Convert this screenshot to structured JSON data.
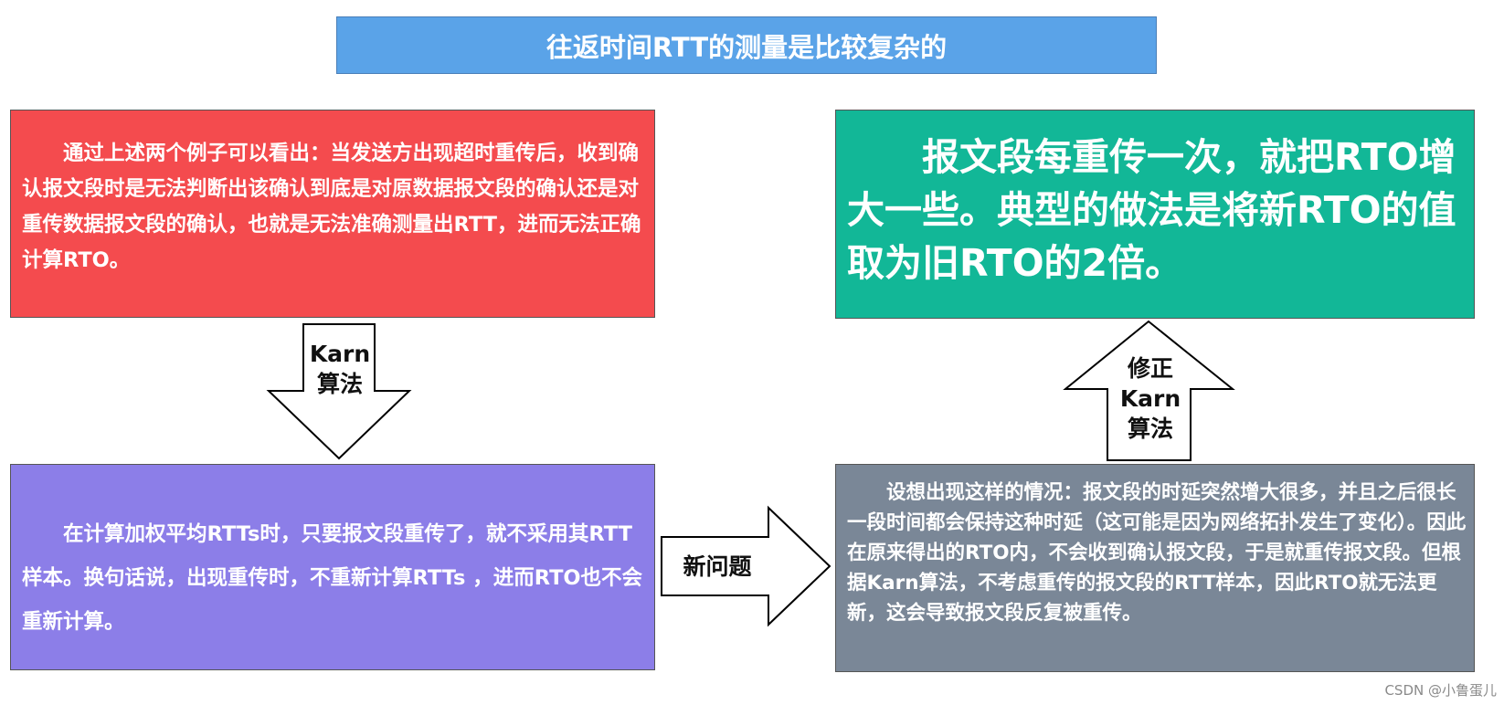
{
  "title": "往返时间RTT的测量是比较复杂的",
  "boxes": {
    "problem": "通过上述两个例子可以看出：当发送方出现超时重传后，收到确认报文段时是无法判断出该确认到底是对原数据报文段的确认还是对重传数据报文段的确认，也就是无法准确测量出RTT，进而无法正确计算RTO。",
    "karn": "在计算加权平均RTTs时，只要报文段重传了，就不采用其RTT样本。换句话说，出现重传时，不重新计算RTTs ，进而RTO也不会重新计算。",
    "new_problem": "设想出现这样的情况：报文段的时延突然增大很多，并且之后很长一段时间都会保持这种时延（这可能是因为网络拓扑发生了变化）。因此在原来得出的RTO内，不会收到确认报文段，于是就重传报文段。但根据Karn算法，不考虑重传的报文段的RTT样本，因此RTO就无法更新，这会导致报文段反复被重传。",
    "fix": "报文段每重传一次，就把RTO增大一些。典型的做法是将新RTO的值取为旧RTO的2倍。"
  },
  "arrows": {
    "down_label_1": "Karn",
    "down_label_2": "算法",
    "right_label": "新问题",
    "up_label_1": "修正",
    "up_label_2": "Karn",
    "up_label_3": "算法"
  },
  "watermark": "CSDN @小鲁蛋儿",
  "colors": {
    "title_bg": "#5aa3e8",
    "problem_bg": "#f44b4e",
    "fix_bg": "#12b797",
    "karn_bg": "#8c7ee8",
    "new_problem_bg": "#7a8797"
  }
}
